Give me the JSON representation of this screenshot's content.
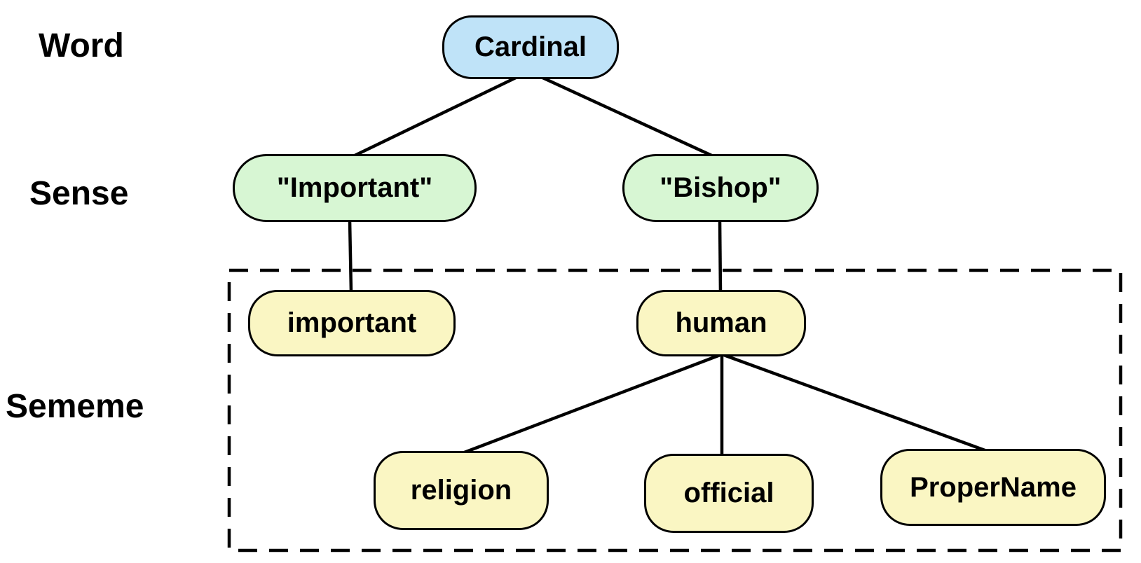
{
  "diagram": {
    "title_hidden": "",
    "row_labels": [
      {
        "id": "word",
        "label": "Word"
      },
      {
        "id": "sense",
        "label": "Sense"
      },
      {
        "id": "sememe",
        "label": "Sememe"
      }
    ],
    "nodes": {
      "cardinal": {
        "label": "Cardinal",
        "type": "word"
      },
      "important_sense": {
        "label": "\"Important\"",
        "type": "sense"
      },
      "bishop": {
        "label": "\"Bishop\"",
        "type": "sense"
      },
      "important_sememe": {
        "label": "important",
        "type": "sememe"
      },
      "human": {
        "label": "human",
        "type": "sememe"
      },
      "religion": {
        "label": "religion",
        "type": "sememe"
      },
      "official": {
        "label": "official",
        "type": "sememe"
      },
      "propername": {
        "label": "ProperName",
        "type": "sememe"
      }
    },
    "edges": [
      {
        "from": "Cardinal",
        "to": "\"Important\""
      },
      {
        "from": "Cardinal",
        "to": "\"Bishop\""
      },
      {
        "from": "\"Important\"",
        "to": "important"
      },
      {
        "from": "\"Bishop\"",
        "to": "human"
      },
      {
        "from": "human",
        "to": "religion"
      },
      {
        "from": "human",
        "to": "official"
      },
      {
        "from": "human",
        "to": "ProperName"
      }
    ],
    "colors": {
      "word": "#bfe3f8",
      "sense": "#d7f6d3",
      "sememe": "#faf6c3",
      "line": "#000000",
      "background": "#ffffff"
    }
  }
}
